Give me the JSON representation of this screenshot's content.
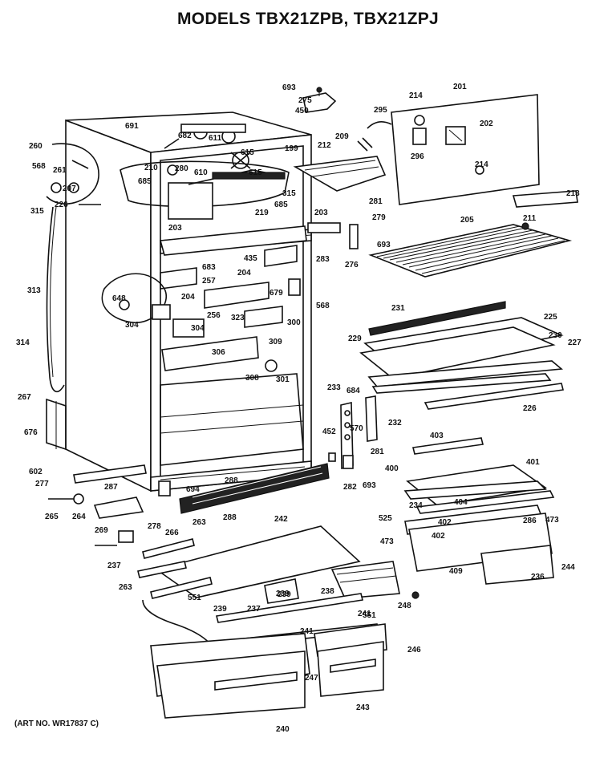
{
  "title": "MODELS TBX21ZPB, TBX21ZPJ",
  "art_number": "(ART NO. WR17837 C)",
  "callouts": [
    "693",
    "275",
    "450",
    "201",
    "214",
    "295",
    "202",
    "691",
    "682",
    "611",
    "199",
    "209",
    "296",
    "260",
    "615",
    "212",
    "214",
    "261",
    "568",
    "210",
    "280",
    "610",
    "615",
    "207",
    "315",
    "685",
    "685",
    "213",
    "315",
    "226",
    "281",
    "203",
    "219",
    "279",
    "211",
    "205",
    "203",
    "693",
    "435",
    "283",
    "276",
    "683",
    "313",
    "204",
    "257",
    "679",
    "568",
    "648",
    "204",
    "323",
    "300",
    "304",
    "256",
    "231",
    "225",
    "304",
    "309",
    "314",
    "229",
    "230",
    "227",
    "306",
    "308",
    "301",
    "226",
    "267",
    "233",
    "684",
    "232",
    "570",
    "676",
    "452",
    "281",
    "403",
    "602",
    "277",
    "288",
    "282",
    "693",
    "400",
    "401",
    "287",
    "694",
    "234",
    "404",
    "265",
    "264",
    "286",
    "288",
    "402",
    "525",
    "269",
    "278",
    "266",
    "263",
    "242",
    "473",
    "473",
    "402",
    "237",
    "409",
    "236",
    "244",
    "263",
    "551",
    "239",
    "239",
    "248",
    "237",
    "238",
    "241",
    "551",
    "239",
    "241",
    "246",
    "247",
    "240",
    "243"
  ]
}
